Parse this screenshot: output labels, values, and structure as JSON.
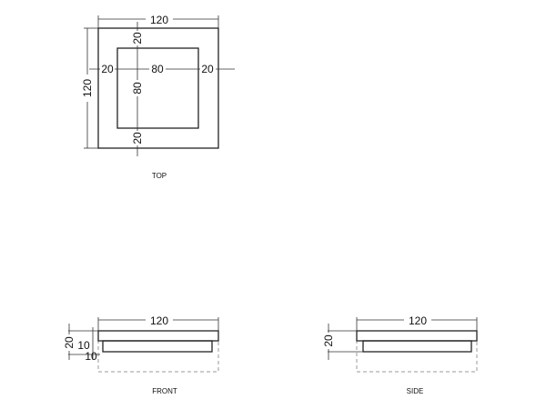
{
  "views": {
    "top": {
      "label": "TOP",
      "outer_width": "120",
      "outer_height": "120",
      "inner_width": "80",
      "inner_height": "80",
      "margin_top": "20",
      "margin_bottom": "20",
      "margin_left": "20",
      "margin_right": "20"
    },
    "front": {
      "label": "FRONT",
      "width": "120",
      "height": "20",
      "step_a": "10",
      "step_b": "10"
    },
    "side": {
      "label": "SIDE",
      "width": "120",
      "height": "20"
    }
  }
}
